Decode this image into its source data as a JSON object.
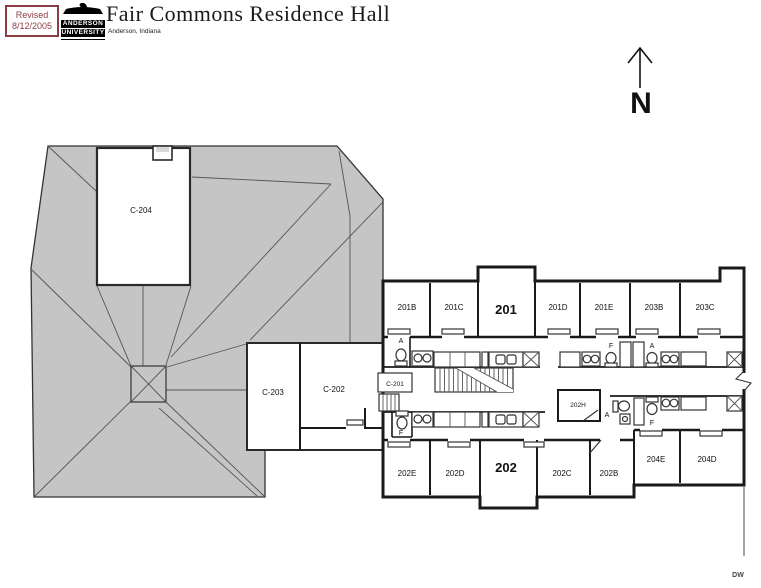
{
  "revision": {
    "label": "Revised",
    "date": "8/12/2005"
  },
  "header": {
    "logo_top": "ANDERSON",
    "logo_bottom": "UNIVERSITY",
    "title": "Fair Commons Residence Hall",
    "subtitle": "Anderson, Indiana"
  },
  "compass": {
    "north": "N"
  },
  "rooms": {
    "c204": "C-204",
    "c203": "C-203",
    "c202": "C-202",
    "c201": "C-201",
    "r201": "201",
    "r201b": "201B",
    "r201c": "201C",
    "r201d": "201D",
    "r201e": "201E",
    "r203b": "203B",
    "r203c": "203C",
    "r202": "202",
    "r202b": "202B",
    "r202c": "202C",
    "r202d": "202D",
    "r202e": "202E",
    "r202h": "202H",
    "r204d": "204D",
    "r204e": "204E"
  },
  "bath_labels": {
    "accessible": "A",
    "fixture": "F"
  },
  "colors": {
    "roof_gray": "#c5c5c5",
    "line": "#1a1a1a",
    "revision_red": "#8b3f42"
  },
  "footer": {
    "initials": "DW"
  }
}
